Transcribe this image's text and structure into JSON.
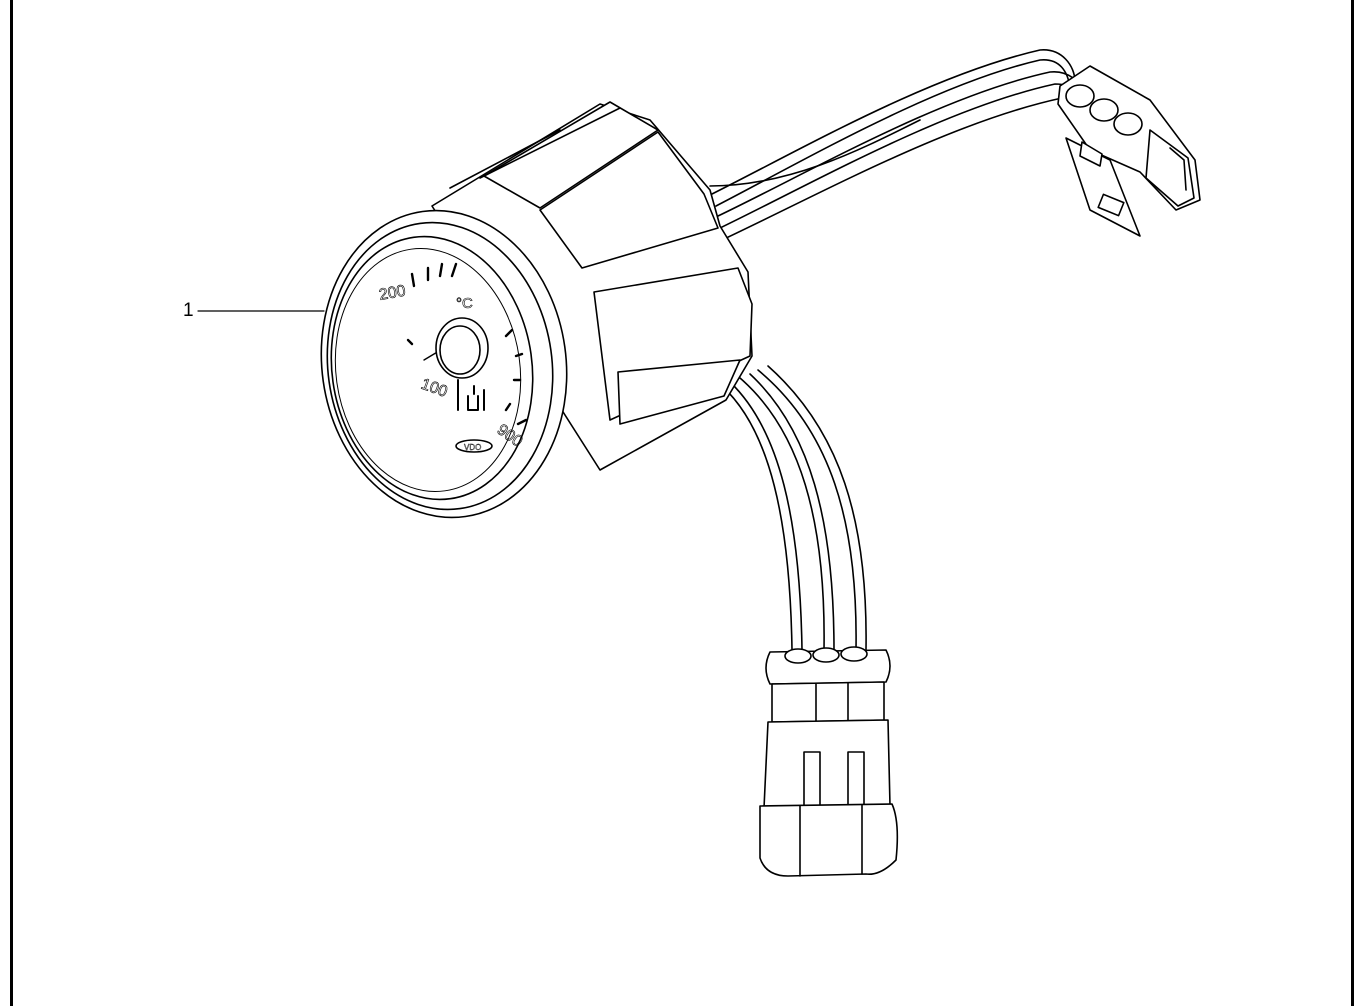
{
  "callout": {
    "label": "1"
  },
  "gauge": {
    "scale_labels": [
      "200",
      "100",
      "900"
    ],
    "unit": "°C",
    "brand": "VDO",
    "icon": "engine-temperature-icon"
  }
}
